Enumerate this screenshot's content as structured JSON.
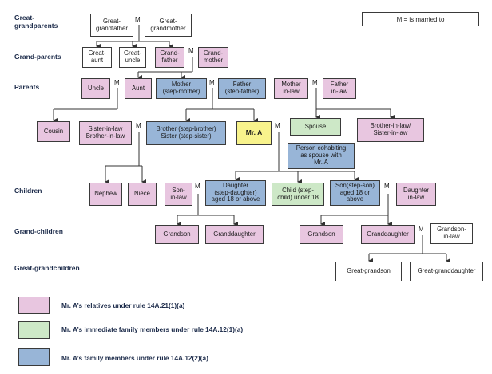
{
  "legend_key": "M = is married to",
  "marriage_marker": "M",
  "generations": {
    "great_grandparents": "Great-\ngrandparents",
    "grandparents": "Grand-parents",
    "parents": "Parents",
    "children": "Children",
    "grandchildren": "Grand-children",
    "great_grandchildren": "Great-grandchildren"
  },
  "people": {
    "great_grandfather": "Great-\ngrandfather",
    "great_grandmother": "Great-\ngrandmother",
    "great_aunt": "Great-\naunt",
    "great_uncle": "Great-\nuncle",
    "grandfather": "Grand-\nfather",
    "grandmother": "Grand-\nmother",
    "uncle": "Uncle",
    "aunt": "Aunt",
    "mother": "Mother\n(step-mother)",
    "father": "Father\n(step-father)",
    "mother_in_law": "Mother\nin-law",
    "father_in_law": "Father\nin-law",
    "cousin": "Cousin",
    "sibling_in_law": "Sister-in-law\nBrother-in-law",
    "siblings": "Brother (step-brother)\nSister (step-sister)",
    "mr_a": "Mr. A",
    "spouse": "Spouse",
    "spouse_siblings": "Brother-in-law/\nSister-in-law",
    "cohabitant": "Person cohabiting\nas spouse with\nMr. A",
    "nephew": "Nephew",
    "niece": "Niece",
    "son_in_law": "Son-\nin-law",
    "daughter": "Daughter\n(step-daughter)\naged 18 or  above",
    "child_under_18": "Child (step-\nchild) under 18",
    "son": "Son(step-son)\naged 18 or\nabove",
    "daughter_in_law": "Daughter\nin-law",
    "grandson_1": "Grandson",
    "granddaughter_1": "Granddaughter",
    "grandson_2": "Grandson",
    "granddaughter_2": "Granddaughter",
    "grandson_in_law": "Grandson-\nin-law",
    "great_grandson": "Great-grandson",
    "great_granddaughter": "Great-granddaughter"
  },
  "legend": [
    {
      "text": "Mr. A’s relatives under rule 14A.21(1)(a)",
      "color": "#e8c6e0"
    },
    {
      "text": "Mr. A’s immediate family members under rule 14A.12(1)(a)",
      "color": "#cde8c7"
    },
    {
      "text": "Mr. A’s family members under rule 14A.12(2)(a)",
      "color": "#98b5d7"
    }
  ]
}
